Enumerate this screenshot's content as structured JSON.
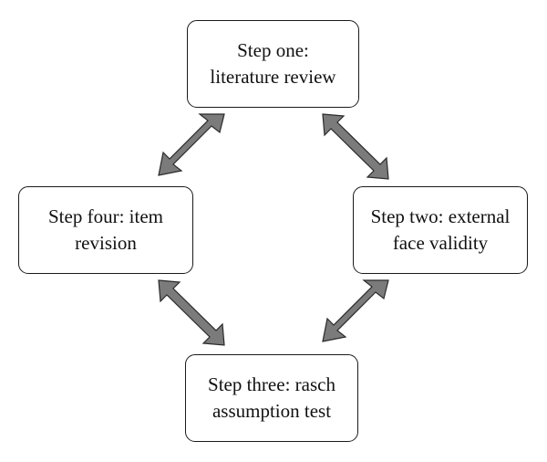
{
  "diagram": {
    "steps": [
      {
        "line1": "Step one:",
        "line2": "literature review"
      },
      {
        "line1": "Step two: external",
        "line2": "face validity"
      },
      {
        "line1": "Step three: rasch",
        "line2": "assumption test"
      },
      {
        "line1": "Step four: item",
        "line2": "revision"
      }
    ]
  },
  "colors": {
    "arrow_fill": "#7b7b7b",
    "arrow_stroke": "#2a2a2a",
    "box_border": "#1a1a1a",
    "text": "#111111",
    "background": "#ffffff"
  }
}
